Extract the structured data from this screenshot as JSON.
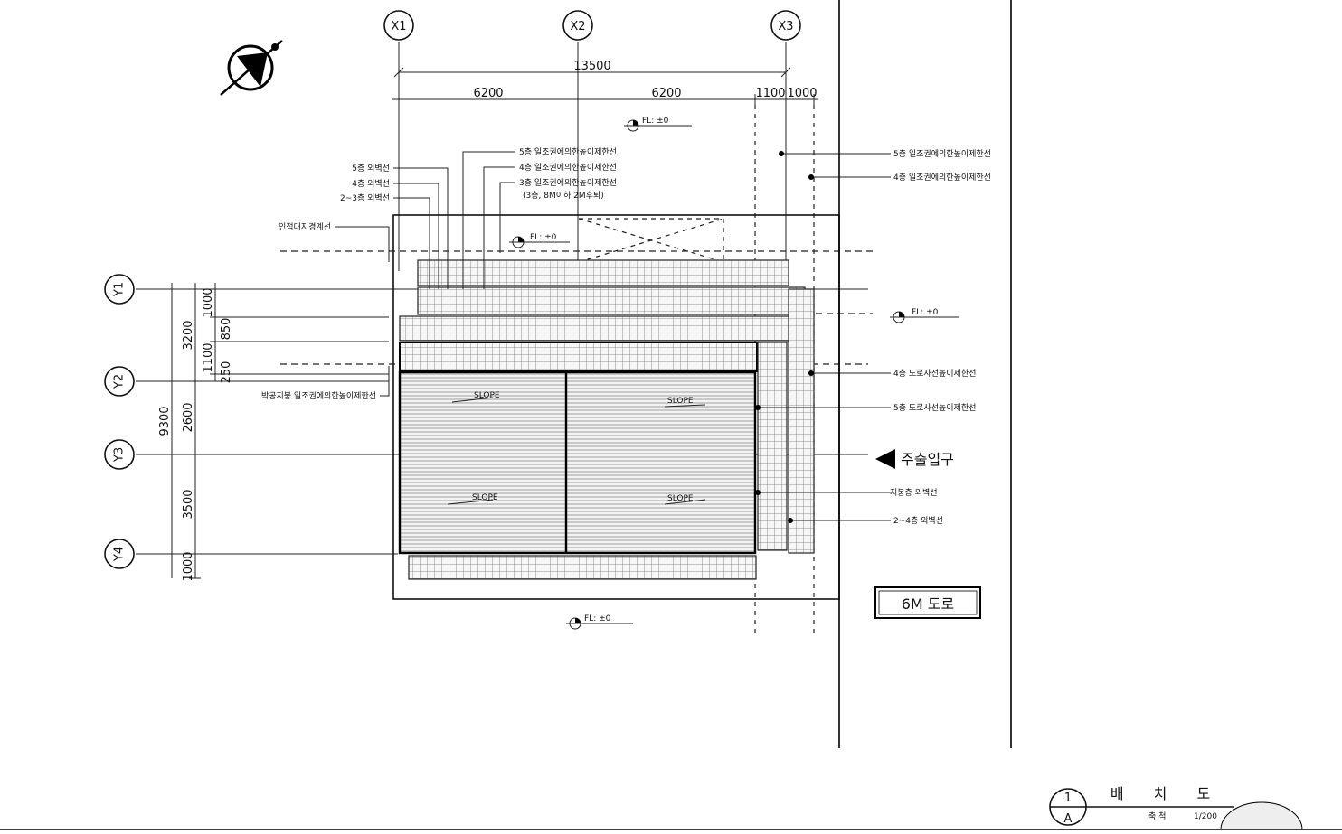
{
  "grid_x": [
    "X1",
    "X2",
    "X3"
  ],
  "grid_y": [
    "Y1",
    "Y2",
    "Y3",
    "Y4"
  ],
  "dims_top": {
    "total": "13500",
    "span1": "6200",
    "span2": "6200",
    "span3": "1100",
    "span4": "1000"
  },
  "dims_left": {
    "total": "9300",
    "outer": [
      "3200",
      "2600",
      "3500",
      "1000"
    ],
    "inner": [
      "1000",
      "850",
      "1100",
      "250"
    ]
  },
  "fl_label": "FL: ±0",
  "slope_label": "SLOPE",
  "labels_left": {
    "wall5": "5층 외벽선",
    "wall4": "4층 외벽선",
    "wall23": "2~3층 외벽선",
    "boundary": "인접대지경계선",
    "parapet": "박공지붕 일조권에의한높이제한선"
  },
  "labels_mid": {
    "sun5": "5층 일조권에의한높이제한선",
    "sun4": "4층 일조권에의한높이제한선",
    "sun3": "3층 일조권에의한높이제한선",
    "sun3_note": "(3층, 8M이하 2M후퇴)"
  },
  "labels_right": {
    "sun5": "5층 일조권에의한높이제한선",
    "sun4": "4층 일조권에의한높이제한선",
    "road4": "4층 도로사선높이제한선",
    "road5": "5층 도로사선높이제한선",
    "entrance": "주출입구",
    "wall_b": "지붕층 외벽선",
    "wall_24": "2~4층 외벽선",
    "road": "6M 도로"
  },
  "title_block": {
    "number": "1",
    "sheet": "A",
    "title": "배 치 도",
    "scale_label": "축 척",
    "scale_value": "1/200"
  }
}
